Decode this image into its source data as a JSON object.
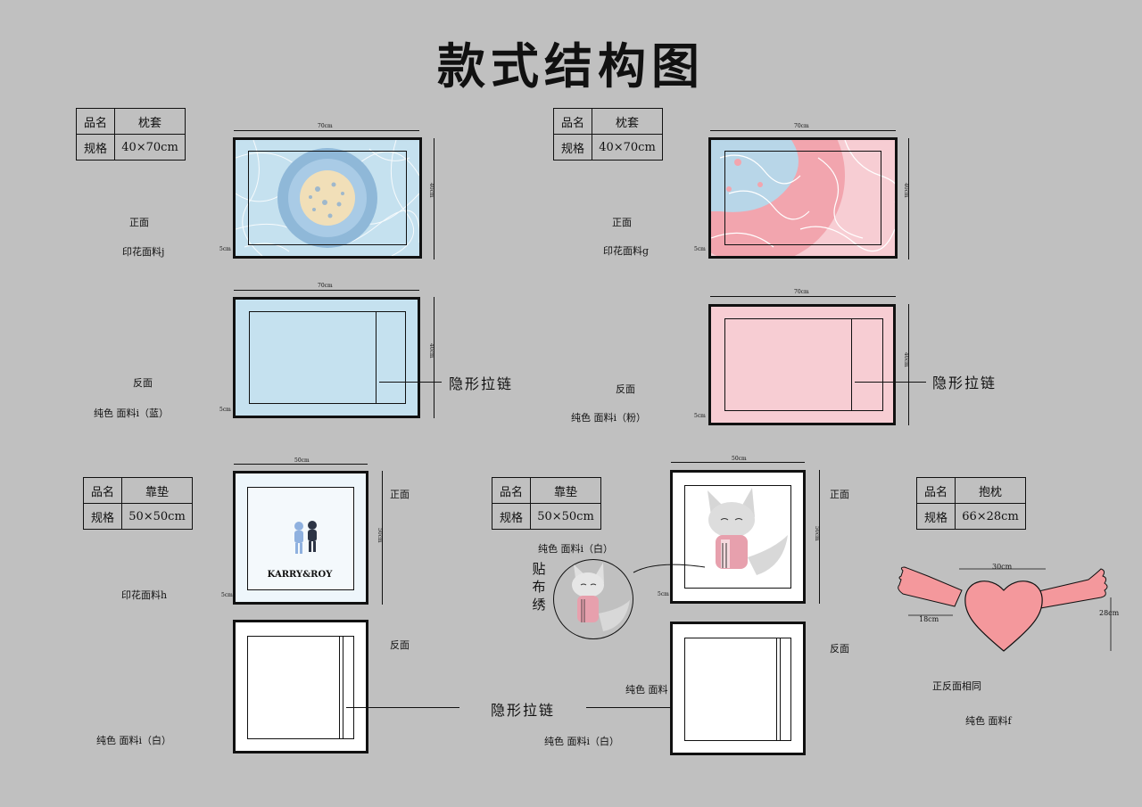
{
  "title": "款式结构图",
  "labels": {
    "pin_name": "品名",
    "pin_spec": "规格",
    "front": "正面",
    "back": "反面",
    "invisible_zipper": "隐形拉链",
    "applique": "贴布绣",
    "same_both_sides": "正反面相同"
  },
  "dims": {
    "d70": "70cm",
    "d40": "40cm",
    "d5": "5cm",
    "d50": "50cm",
    "d30": "30cm",
    "d18": "18cm",
    "d28": "28cm"
  },
  "items": [
    {
      "name": "枕套",
      "spec": "40×70cm",
      "front_fabric": "印花面料j",
      "back_fabric": "纯色 面料i（蓝）",
      "color": "#c5e1ef"
    },
    {
      "name": "枕套",
      "spec": "40×70cm",
      "front_fabric": "印花面料g",
      "back_fabric": "纯色 面料i（粉）",
      "color": "#f7cdd3"
    },
    {
      "name": "靠垫",
      "spec": "50×50cm",
      "front_fabric": "印花面料h",
      "back_fabric": "纯色 面料i（白）",
      "print_text": "KARRY&ROY"
    },
    {
      "name": "靠垫",
      "spec": "50×50cm",
      "front_fabric": "纯色 面料i（白）",
      "back_fabric": "纯色 面料i（白）",
      "mid_fabric": "纯色 面料"
    },
    {
      "name": "抱枕",
      "spec": "66×28cm",
      "fabric": "纯色 面料f",
      "color": "#f4989c"
    }
  ]
}
